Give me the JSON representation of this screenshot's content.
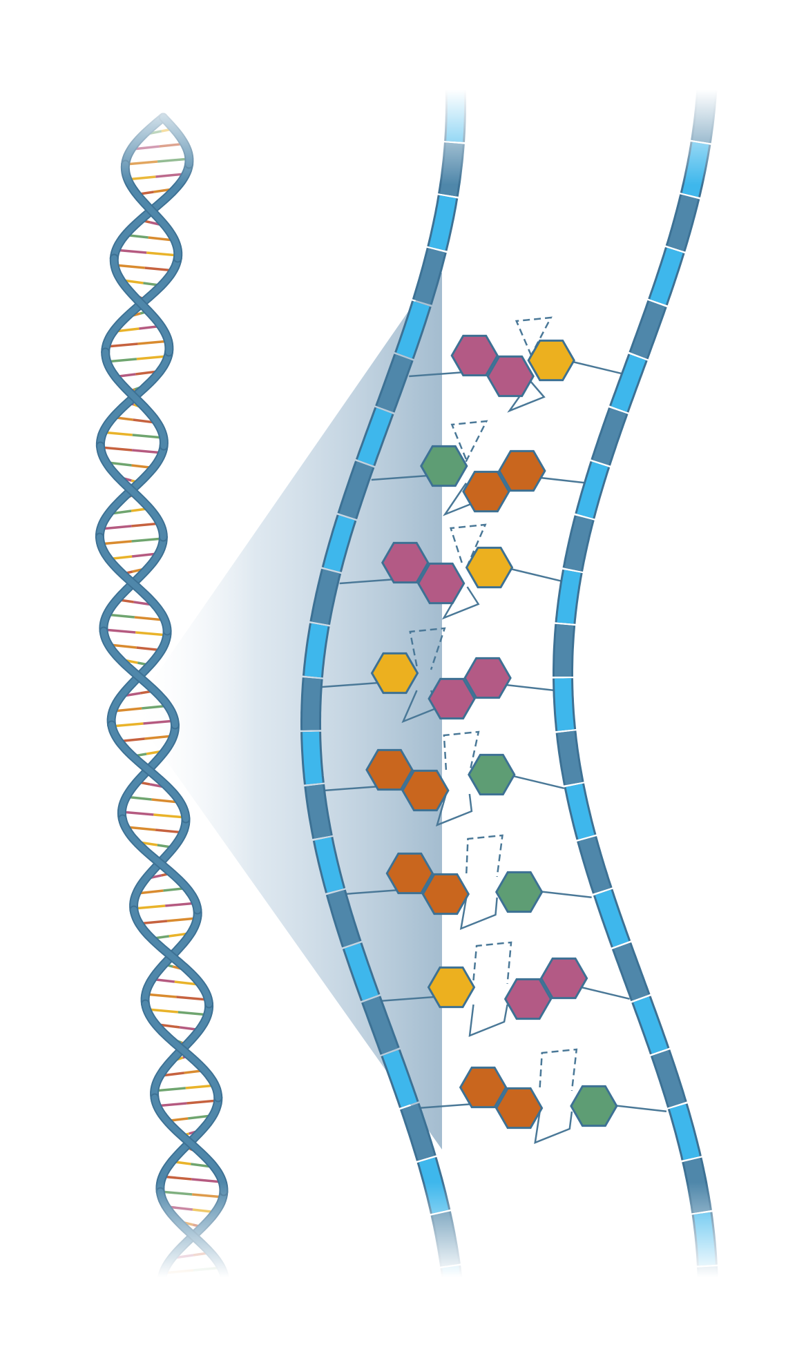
{
  "colors": {
    "background": "#ffffff",
    "backbone_dark": "#4f87aa",
    "backbone_light": "#3eb7ec",
    "backbone_outline": "#3d7194",
    "zoom_cone": "#b8cddd",
    "connector": "#4a7897",
    "adenine": "#c9661e",
    "thymine": "#5e9d74",
    "guanine": "#b35a85",
    "cytosine": "#ecb01f",
    "rung_colors": [
      "#e9b32a",
      "#c6623f",
      "#6fa56f",
      "#b55a80",
      "#d98b2f"
    ]
  },
  "base_pairs": [
    {
      "left": "guanine",
      "right": "cytosine"
    },
    {
      "left": "thymine",
      "right": "adenine"
    },
    {
      "left": "guanine",
      "right": "cytosine"
    },
    {
      "left": "cytosine",
      "right": "guanine"
    },
    {
      "left": "adenine",
      "right": "thymine"
    },
    {
      "left": "adenine",
      "right": "thymine"
    },
    {
      "left": "cytosine",
      "right": "guanine"
    },
    {
      "left": "adenine",
      "right": "thymine"
    }
  ]
}
